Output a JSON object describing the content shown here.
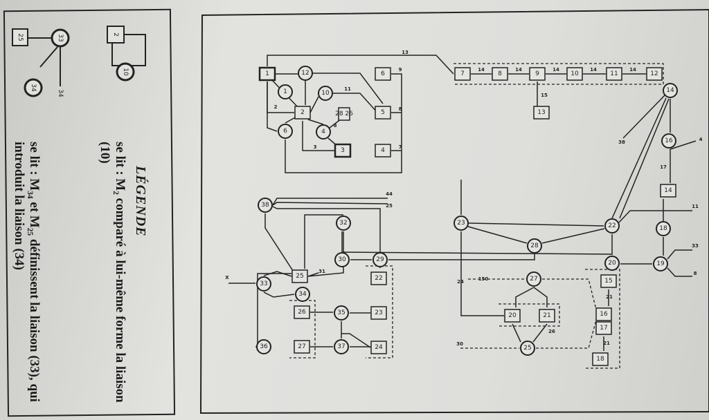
{
  "legend": {
    "title": "LÉGENDE",
    "desc1": "se lit : M₂ comparé à lui-même forme la liaison (10)",
    "desc2": "se lit : M₃₄ et M₂₅ définissent la liaison (33), qui introduit la liaison (34)",
    "example1": {
      "box": "2",
      "circle": "10"
    },
    "example2": {
      "box": "25",
      "circle_a": "33",
      "circle_b": "34",
      "line_label": "34"
    }
  },
  "diagram": {
    "boxes": [
      "1",
      "2",
      "3",
      "4",
      "5",
      "6",
      "7",
      "8",
      "9",
      "10",
      "11",
      "12",
      "13",
      "14",
      "25",
      "22",
      "23",
      "24",
      "26",
      "27",
      "20",
      "21",
      "15",
      "16",
      "17",
      "18",
      "28 26"
    ],
    "circles": [
      "12",
      "1",
      "10",
      "4",
      "6",
      "14",
      "16",
      "18",
      "19",
      "20",
      "22",
      "23",
      "28",
      "29",
      "30",
      "32",
      "38",
      "33",
      "34",
      "35",
      "37",
      "36",
      "27",
      "25"
    ],
    "edge_labels": [
      "13",
      "14",
      "14",
      "14",
      "14",
      "14",
      "15",
      "9",
      "8",
      "7",
      "11",
      "2",
      "3",
      "8",
      "38",
      "4",
      "17",
      "11",
      "33",
      "8",
      "44",
      "25",
      "31",
      "X",
      "24",
      "150",
      "26",
      "21",
      "21",
      "30"
    ]
  }
}
